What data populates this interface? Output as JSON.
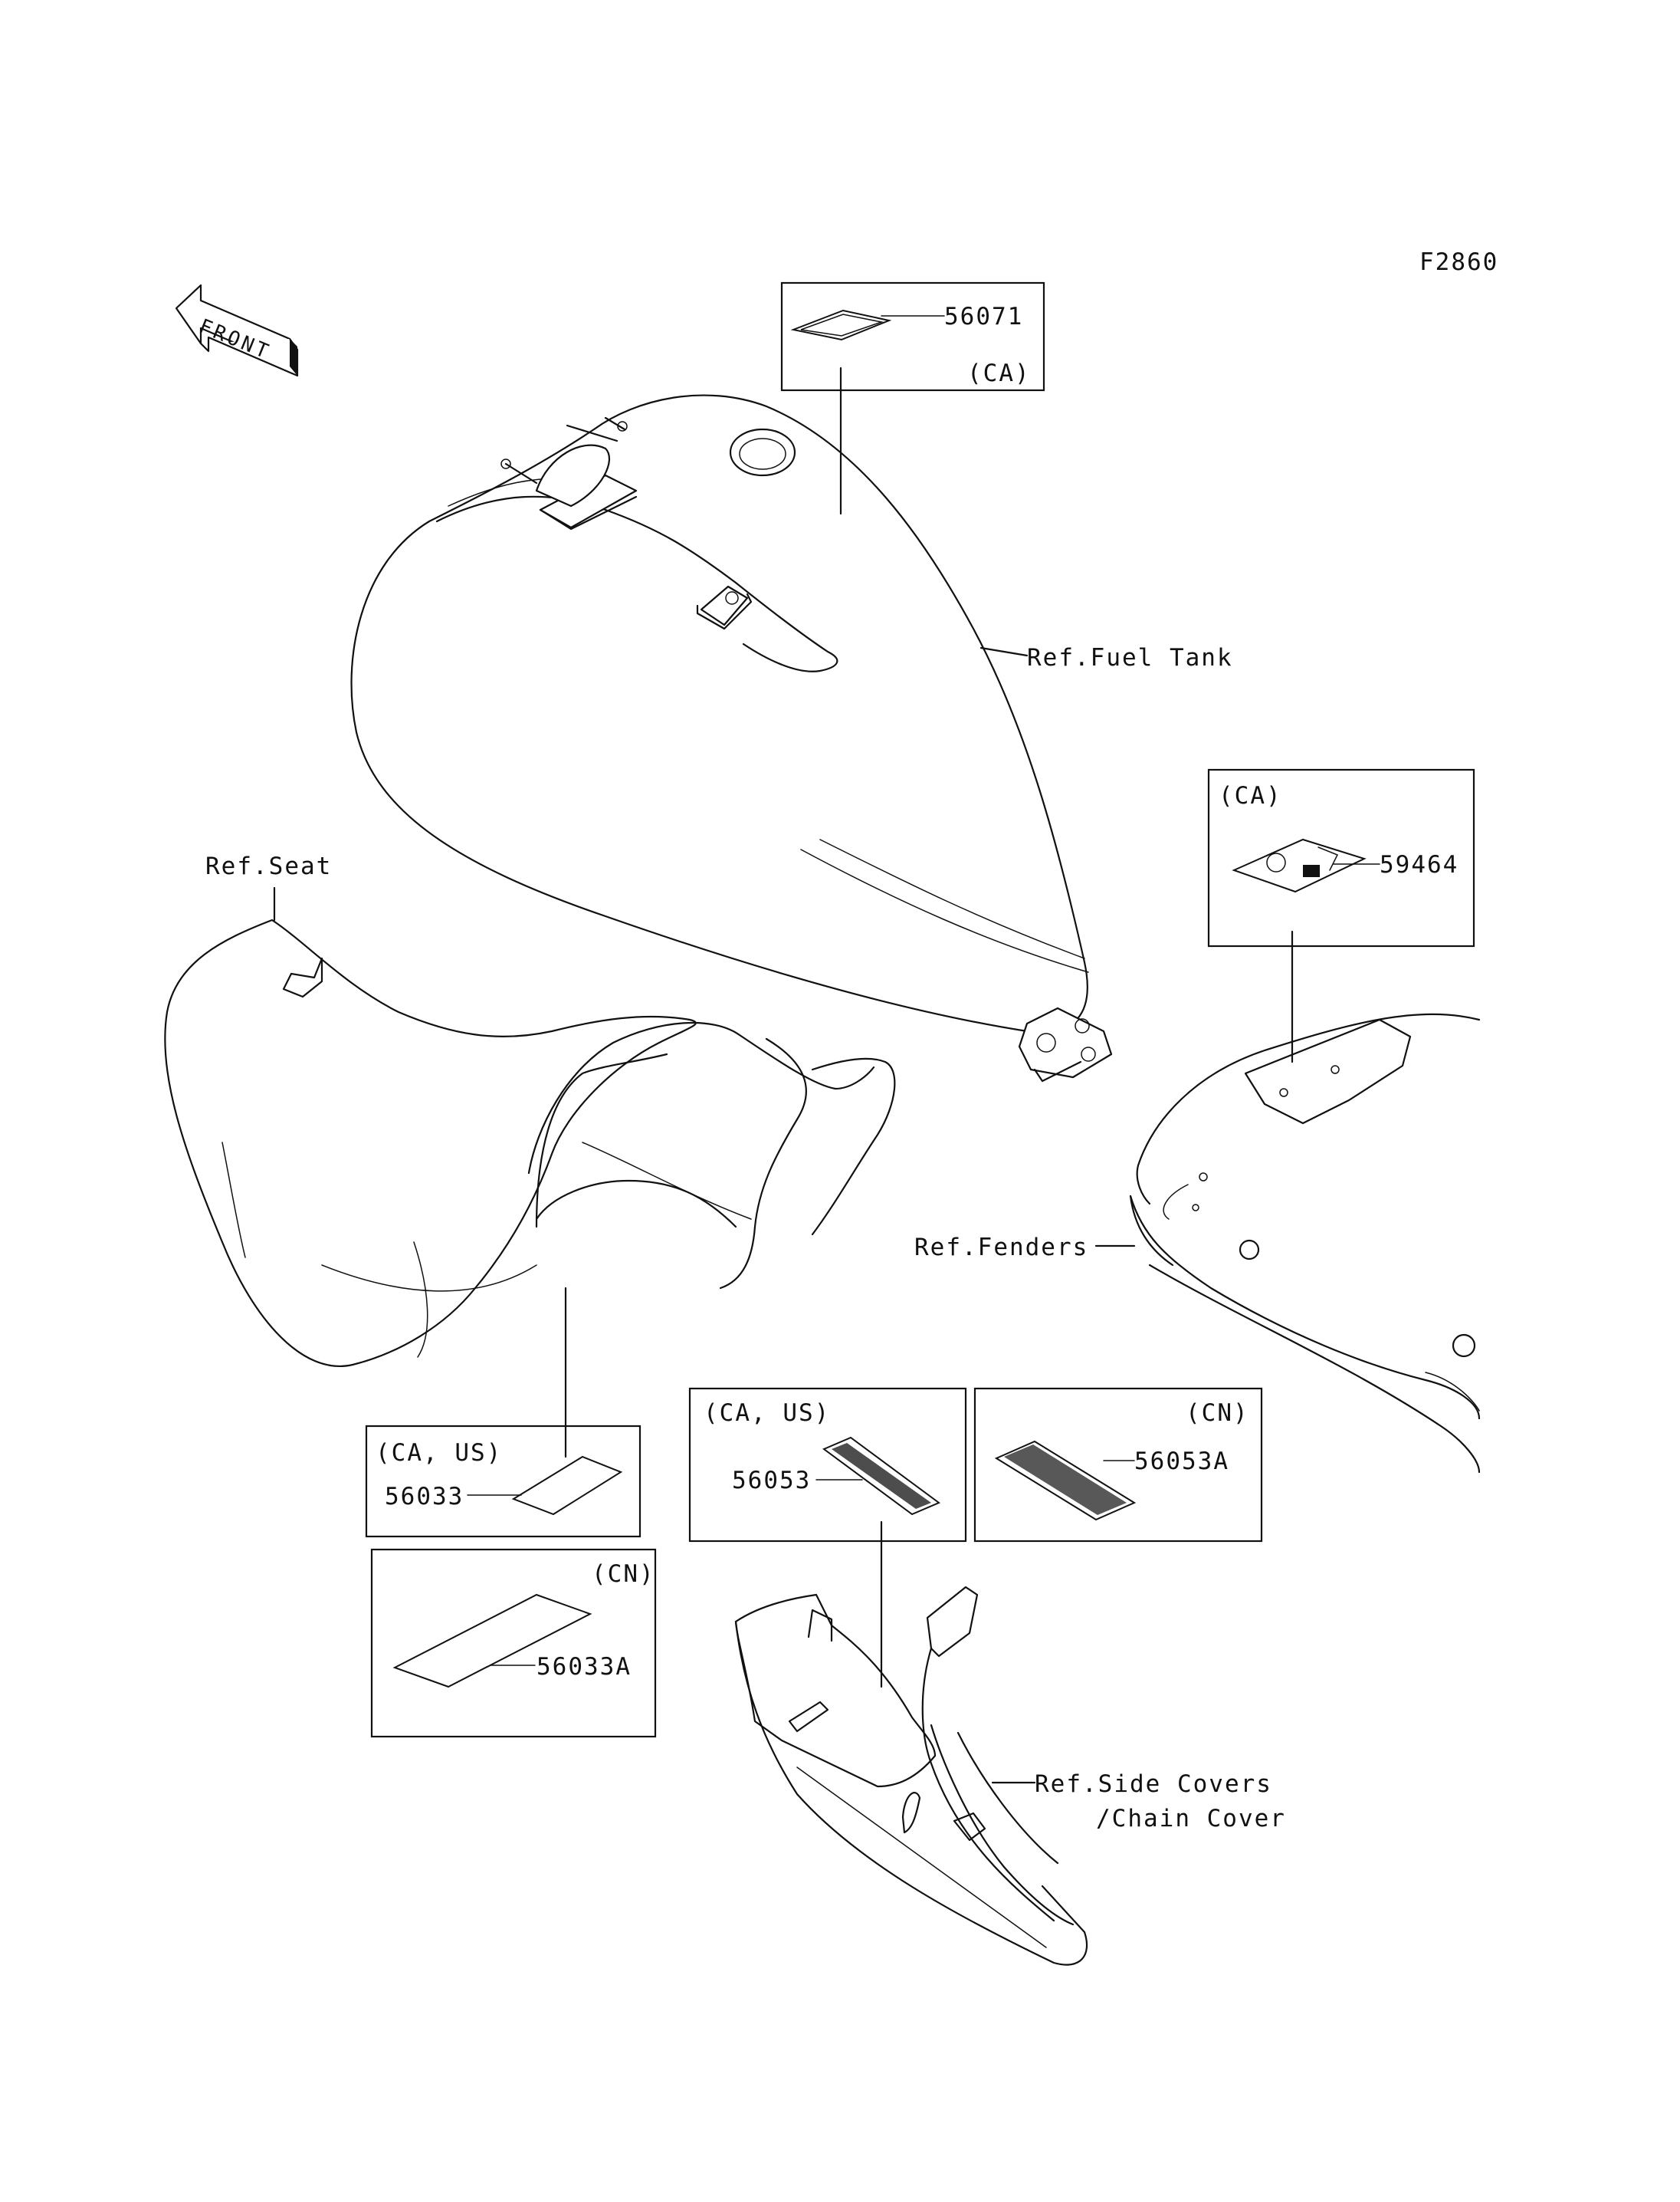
{
  "figure_id": "F2860",
  "front_label": "FRONT",
  "callouts": {
    "p56071": {
      "part": "56071",
      "region": "(CA)"
    },
    "p59464": {
      "part": "59464",
      "region": "(CA)"
    },
    "p56033": {
      "part": "56033",
      "region": "(CA, US)"
    },
    "p56033A": {
      "part": "56033A",
      "region": "(CN)"
    },
    "p56053": {
      "part": "56053",
      "region": "(CA, US)"
    },
    "p56053A": {
      "part": "56053A",
      "region": "(CN)"
    }
  },
  "references": {
    "fuel_tank": "Ref.Fuel Tank",
    "seat": "Ref.Seat",
    "fenders": "Ref.Fenders",
    "side_covers_1": "Ref.Side Covers",
    "side_covers_2": "/Chain Cover"
  }
}
